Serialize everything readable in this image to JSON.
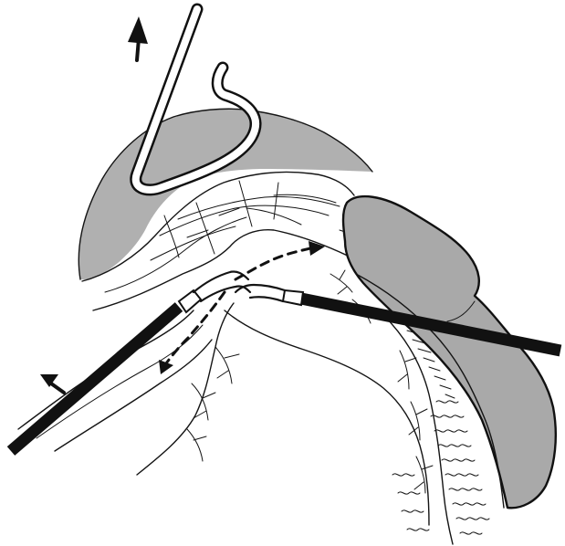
{
  "figure": {
    "kind": "medical line illustration",
    "colors": {
      "ink": "#111111",
      "tissue_fill": "#a9a9a9",
      "background": "#ffffff"
    },
    "elements": [
      "retractor",
      "upper-organ",
      "right-organ",
      "fibrous-tissue-layer",
      "left-instrument",
      "right-instrument",
      "dashed-dissection-arrows",
      "direction-arrows",
      "vessels",
      "fatty-tissue"
    ]
  }
}
